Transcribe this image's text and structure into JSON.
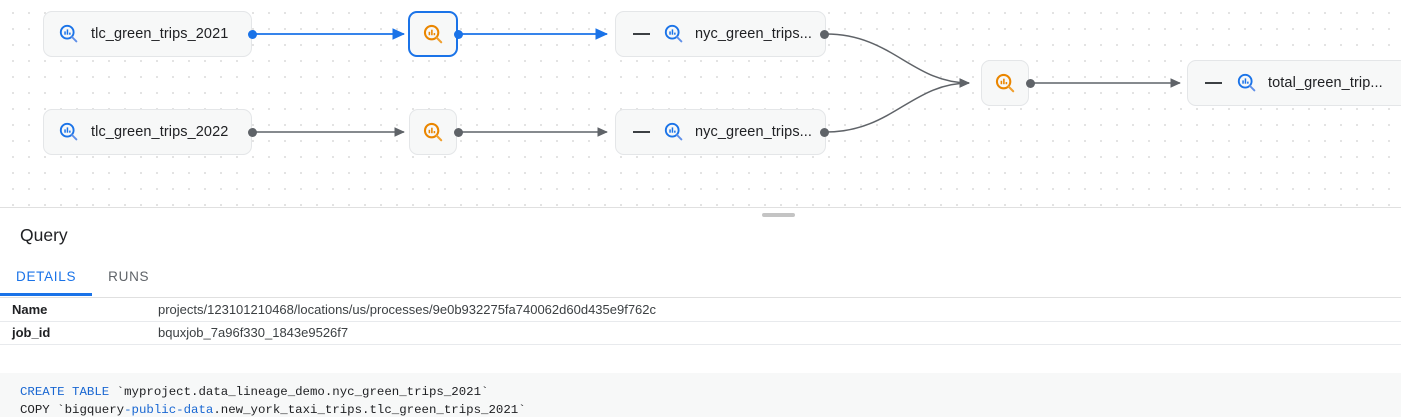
{
  "graph": {
    "nodes": [
      {
        "id": "tlc2021",
        "label": "tlc_green_trips_2021",
        "icon": "bigquery-table-icon",
        "icon_color": "#1a73e8",
        "has_dash": false,
        "selected": false
      },
      {
        "id": "proc1",
        "label": "",
        "icon": "bigquery-process-icon",
        "icon_color": "#ea8600",
        "has_dash": false,
        "selected": true
      },
      {
        "id": "nyc2021",
        "label": "nyc_green_trips...",
        "icon": "bigquery-table-icon",
        "icon_color": "#1a73e8",
        "has_dash": true,
        "selected": false
      },
      {
        "id": "tlc2022",
        "label": "tlc_green_trips_2022",
        "icon": "bigquery-table-icon",
        "icon_color": "#1a73e8",
        "has_dash": false,
        "selected": false
      },
      {
        "id": "proc2",
        "label": "",
        "icon": "bigquery-process-icon",
        "icon_color": "#ea8600",
        "has_dash": false,
        "selected": false
      },
      {
        "id": "nyc2022",
        "label": "nyc_green_trips...",
        "icon": "bigquery-table-icon",
        "icon_color": "#1a73e8",
        "has_dash": true,
        "selected": false
      },
      {
        "id": "merge",
        "label": "",
        "icon": "bigquery-process-icon",
        "icon_color": "#ea8600",
        "has_dash": false,
        "selected": false
      },
      {
        "id": "total",
        "label": "total_green_trip...",
        "icon": "bigquery-table-icon",
        "icon_color": "#1a73e8",
        "has_dash": true,
        "selected": false
      }
    ],
    "edge_colors": {
      "highlighted": "#1a73e8",
      "normal": "#5f6368"
    }
  },
  "panel": {
    "title": "Query",
    "tabs": [
      {
        "id": "details",
        "label": "DETAILS",
        "active": true
      },
      {
        "id": "runs",
        "label": "RUNS",
        "active": false
      }
    ],
    "details": [
      {
        "key": "Name",
        "value": "projects/123101210468/locations/us/processes/9e0b932275fa740062d60d435e9f762c"
      },
      {
        "key": "job_id",
        "value": "bquxjob_7a96f330_1843e9526f7"
      }
    ],
    "sql": {
      "line1": {
        "keyword": "CREATE TABLE",
        "rest": " `myproject.data_lineage_demo.nyc_green_trips_2021`"
      },
      "line2": {
        "prefix": "COPY `bigquery",
        "highlight": "-public-data",
        "rest": ".new_york_taxi_trips.tlc_green_trips_2021`"
      }
    }
  },
  "colors": {
    "accent": "#1a73e8",
    "process": "#ea8600",
    "text": "#202124",
    "muted": "#5f6368",
    "node_bg": "#f7f8f8",
    "border": "#e0e0e0"
  }
}
